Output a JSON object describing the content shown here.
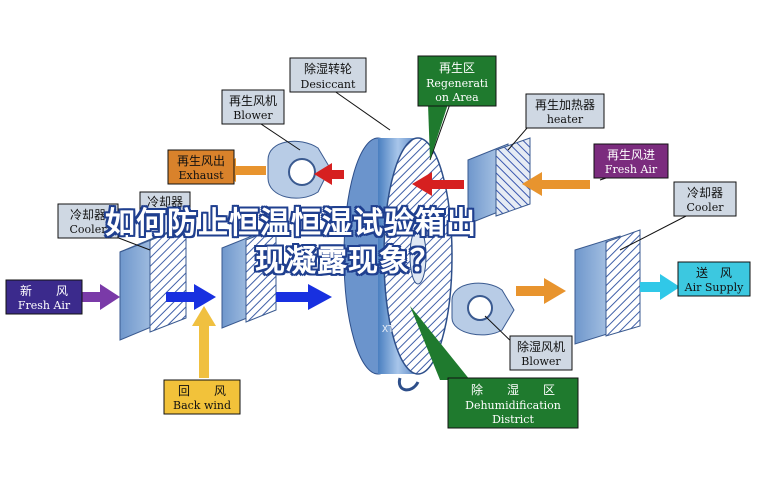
{
  "overlay": {
    "line1": "如何防止恒温恒湿试验箱出",
    "line2": "现凝露现象？"
  },
  "labels": {
    "desiccant_cn": "除湿转轮",
    "desiccant_en": "Desiccant",
    "regen_area_cn": "再生区",
    "regen_area_en1": "Regenerati",
    "regen_area_en2": "on Area",
    "regen_blower_cn": "再生风机",
    "regen_blower_en": "Blower",
    "regen_heater_cn": "再生加热器",
    "regen_heater_en": "heater",
    "regen_exhaust_cn": "再生风出",
    "regen_exhaust_en": "Exhaust",
    "regen_fresh_cn": "再生风进",
    "regen_fresh_en": "Fresh Air",
    "cooler_left_cn": "冷却器",
    "cooler_left_en": "Cooler",
    "cooler_mid_cn": "冷却器",
    "cooler_right_cn": "冷却器",
    "cooler_right_en": "Cooler",
    "fresh_air_cn": "新　　风",
    "fresh_air_en": "Fresh Air",
    "supply_cn": "送　风",
    "supply_en": "Air Supply",
    "back_wind_cn": "回　　风",
    "back_wind_en": "Back wind",
    "dehum_blower_cn": "除湿风机",
    "dehum_blower_en": "Blower",
    "dehum_district_cn": "除　　湿　　区",
    "dehum_district_en1": "Dehumidification",
    "dehum_district_en2": "District",
    "wheel_mark": "XT"
  },
  "colors": {
    "label_bg": "#cfd8e3",
    "exhaust_bg": "#d9822b",
    "fresh_regen_bg": "#7b2c7e",
    "fresh_air_bg": "#3b2a8c",
    "supply_bg": "#3cc8e0",
    "back_wind_bg": "#f2c23a",
    "dehum_bg": "#1f7a2e",
    "arrow_red": "#d62020",
    "arrow_orange": "#e8942e",
    "arrow_blue": "#1830e0",
    "arrow_purple": "#7a3aa8",
    "arrow_yellow": "#f0c040",
    "arrow_cyan": "#30c8e8"
  }
}
